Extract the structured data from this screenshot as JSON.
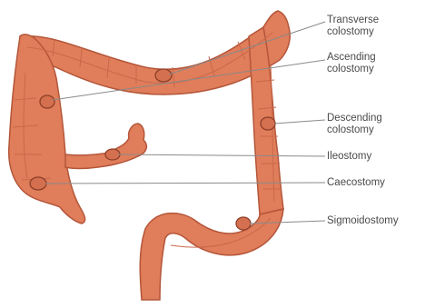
{
  "labels": {
    "transverse": {
      "line1": "Transverse",
      "line2": "colostomy"
    },
    "ascending": {
      "line1": "Ascending",
      "line2": "colostomy"
    },
    "descending": {
      "line1": "Descending",
      "line2": "colostomy"
    },
    "ileostomy": {
      "text": "Ileostomy"
    },
    "caecostomy": {
      "text": "Caecostomy"
    },
    "sigmoid": {
      "text": "Sigmoidostomy"
    }
  },
  "colors": {
    "bowel_fill": "#e07d5a",
    "bowel_outline": "#b4563a",
    "bowel_shadow": "#c9684a",
    "stoma_fill": "#d4704f",
    "leader_line": "#8a8a8a",
    "label_text": "#4a4a4a"
  }
}
